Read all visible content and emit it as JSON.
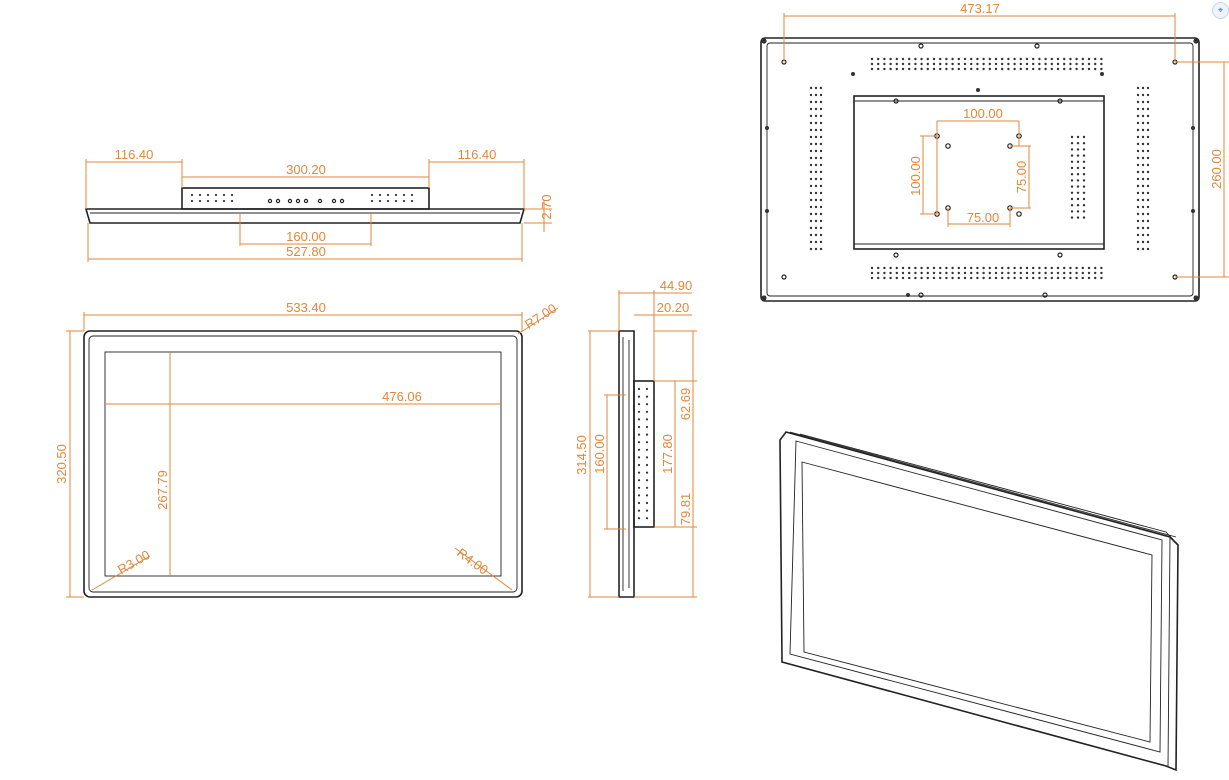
{
  "colors": {
    "dimension": "#e3873a",
    "outline": "#222222",
    "background": "#ffffff"
  },
  "top_view": {
    "left_offset": "116.40",
    "center_width": "300.20",
    "right_offset": "116.40",
    "thickness": "2.70",
    "hole_spacing": "160.00",
    "overall_width": "527.80"
  },
  "front_view": {
    "overall_width": "533.40",
    "corner_radius": "R7.00",
    "display_width": "476.06",
    "overall_height": "320.50",
    "display_height": "267.79",
    "inner_radius_left": "R3.00",
    "inner_radius_right": "R4.00"
  },
  "side_view": {
    "total_depth": "44.90",
    "frame_depth": "20.20",
    "overall_height": "314.50",
    "hole_spacing": "160.00",
    "box_height": "177.80",
    "top_offset": "62.69",
    "bottom_offset": "79.81"
  },
  "rear_view": {
    "overall_width": "473.17",
    "overall_height": "260.00",
    "vesa_width_100": "100.00",
    "vesa_height_100": "100.00",
    "vesa_width_75": "75.00",
    "vesa_height_75": "75.00"
  },
  "toolbar": {
    "icon": "screenshot-icon"
  }
}
